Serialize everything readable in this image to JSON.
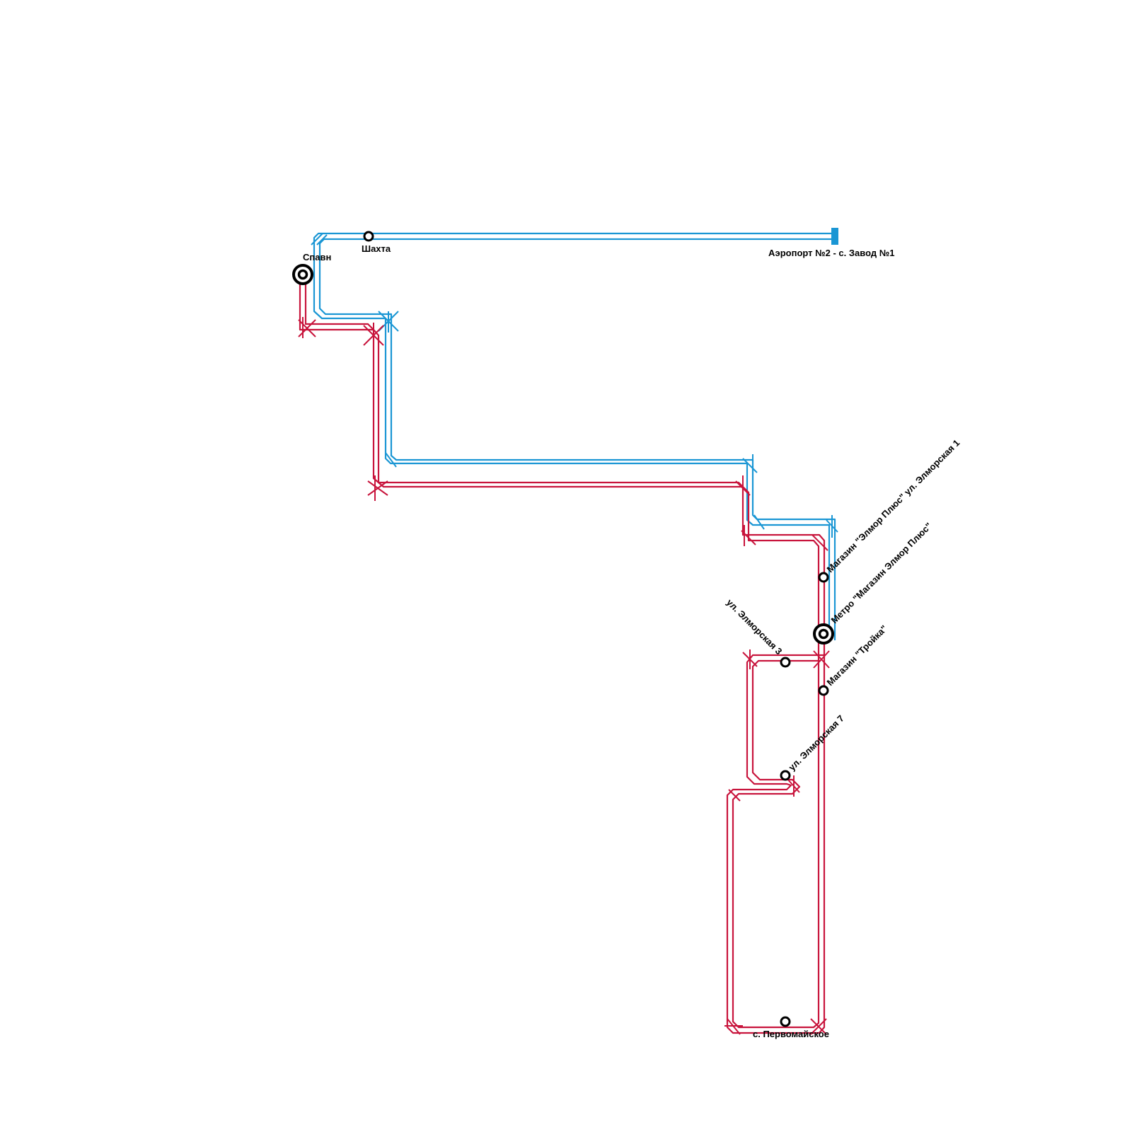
{
  "colors": {
    "blue_line": "#1a96d4",
    "red_line": "#c8143c",
    "station": "#000000",
    "background": "#ffffff"
  },
  "lines": [
    {
      "id": "blue",
      "color": "#1a96d4",
      "terminus": "Аэропорт №2 - с. Завод №1"
    },
    {
      "id": "red",
      "color": "#c8143c",
      "terminus": "с. Первомайское"
    }
  ],
  "stations": {
    "spavn": "Спавн",
    "shakhta": "Шахта",
    "airport": "Аэропорт №2 - с. Завод №1",
    "elmor_plus_1": "Магазин \"Элмор Плюс\" ул. Элморская 1",
    "metro": "Метро \"Магазин Элмор Плюс\"",
    "elmorskaya_3": "ул. Элморская 3",
    "troika": "Магазин \"Тройка\"",
    "elmorskaya_7": "ул. Элморская 7",
    "pervomaiskoe": "с. Первомайское"
  }
}
